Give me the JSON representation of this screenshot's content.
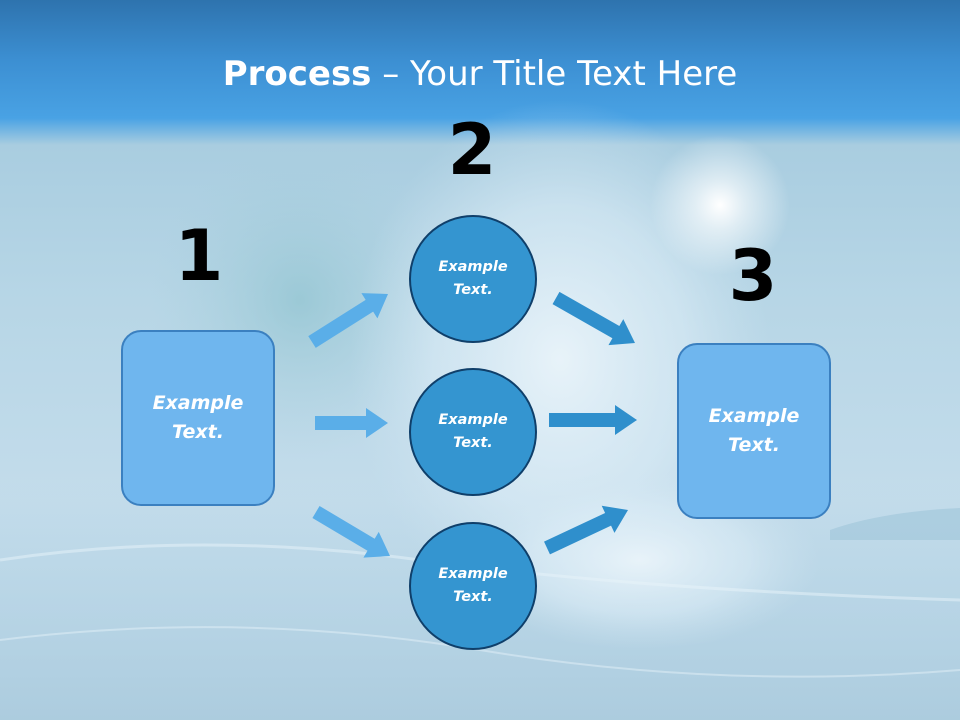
{
  "title": {
    "bold": "Process",
    "rest": " – Your Title Text Here"
  },
  "steps": [
    {
      "number": "1",
      "label": "Example Text."
    },
    {
      "number": "2",
      "items": [
        {
          "label": "Example Text."
        },
        {
          "label": "Example Text."
        },
        {
          "label": "Example Text."
        }
      ]
    },
    {
      "number": "3",
      "label": "Example Text."
    }
  ],
  "colors": {
    "box_fill": "#6fb6ee",
    "box_border": "#3b80c0",
    "circle_fill": "#3495d0",
    "circle_border": "#0f3f6a",
    "arrow_light": "#5aaee8",
    "arrow_dark": "#2f8fcc",
    "header_blue": "#3c8fd2"
  }
}
